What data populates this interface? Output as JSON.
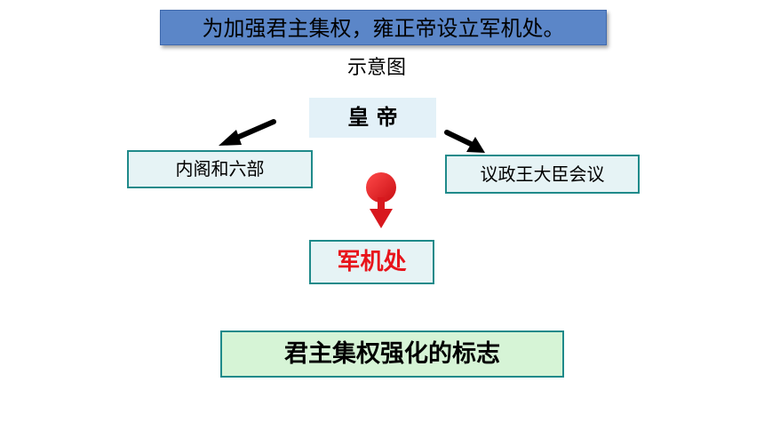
{
  "banner": {
    "text": "为加强君主集权，雍正帝设立军机处。"
  },
  "caption": "示意图",
  "nodes": {
    "emperor": "皇 帝",
    "cabinet": "内阁和六部",
    "council": "议政王大臣会议",
    "grand_council": "军机处",
    "conclusion": "君主集权强化的标志"
  },
  "colors": {
    "banner": "#5b86c8",
    "box_fill": "#e6f3f5",
    "box_border": "#1f8a8a",
    "emperor_fill": "#e3f1f8",
    "highlight_text": "#e8141b",
    "conclusion_fill": "#d6f4d6",
    "arrow": "#000000",
    "pin_arrow": "#e8141b"
  },
  "icons": {
    "left_arrow": "arrow-down-left-icon",
    "right_arrow": "arrow-down-right-icon",
    "center_arrow": "red-pin-arrow-down-icon"
  }
}
